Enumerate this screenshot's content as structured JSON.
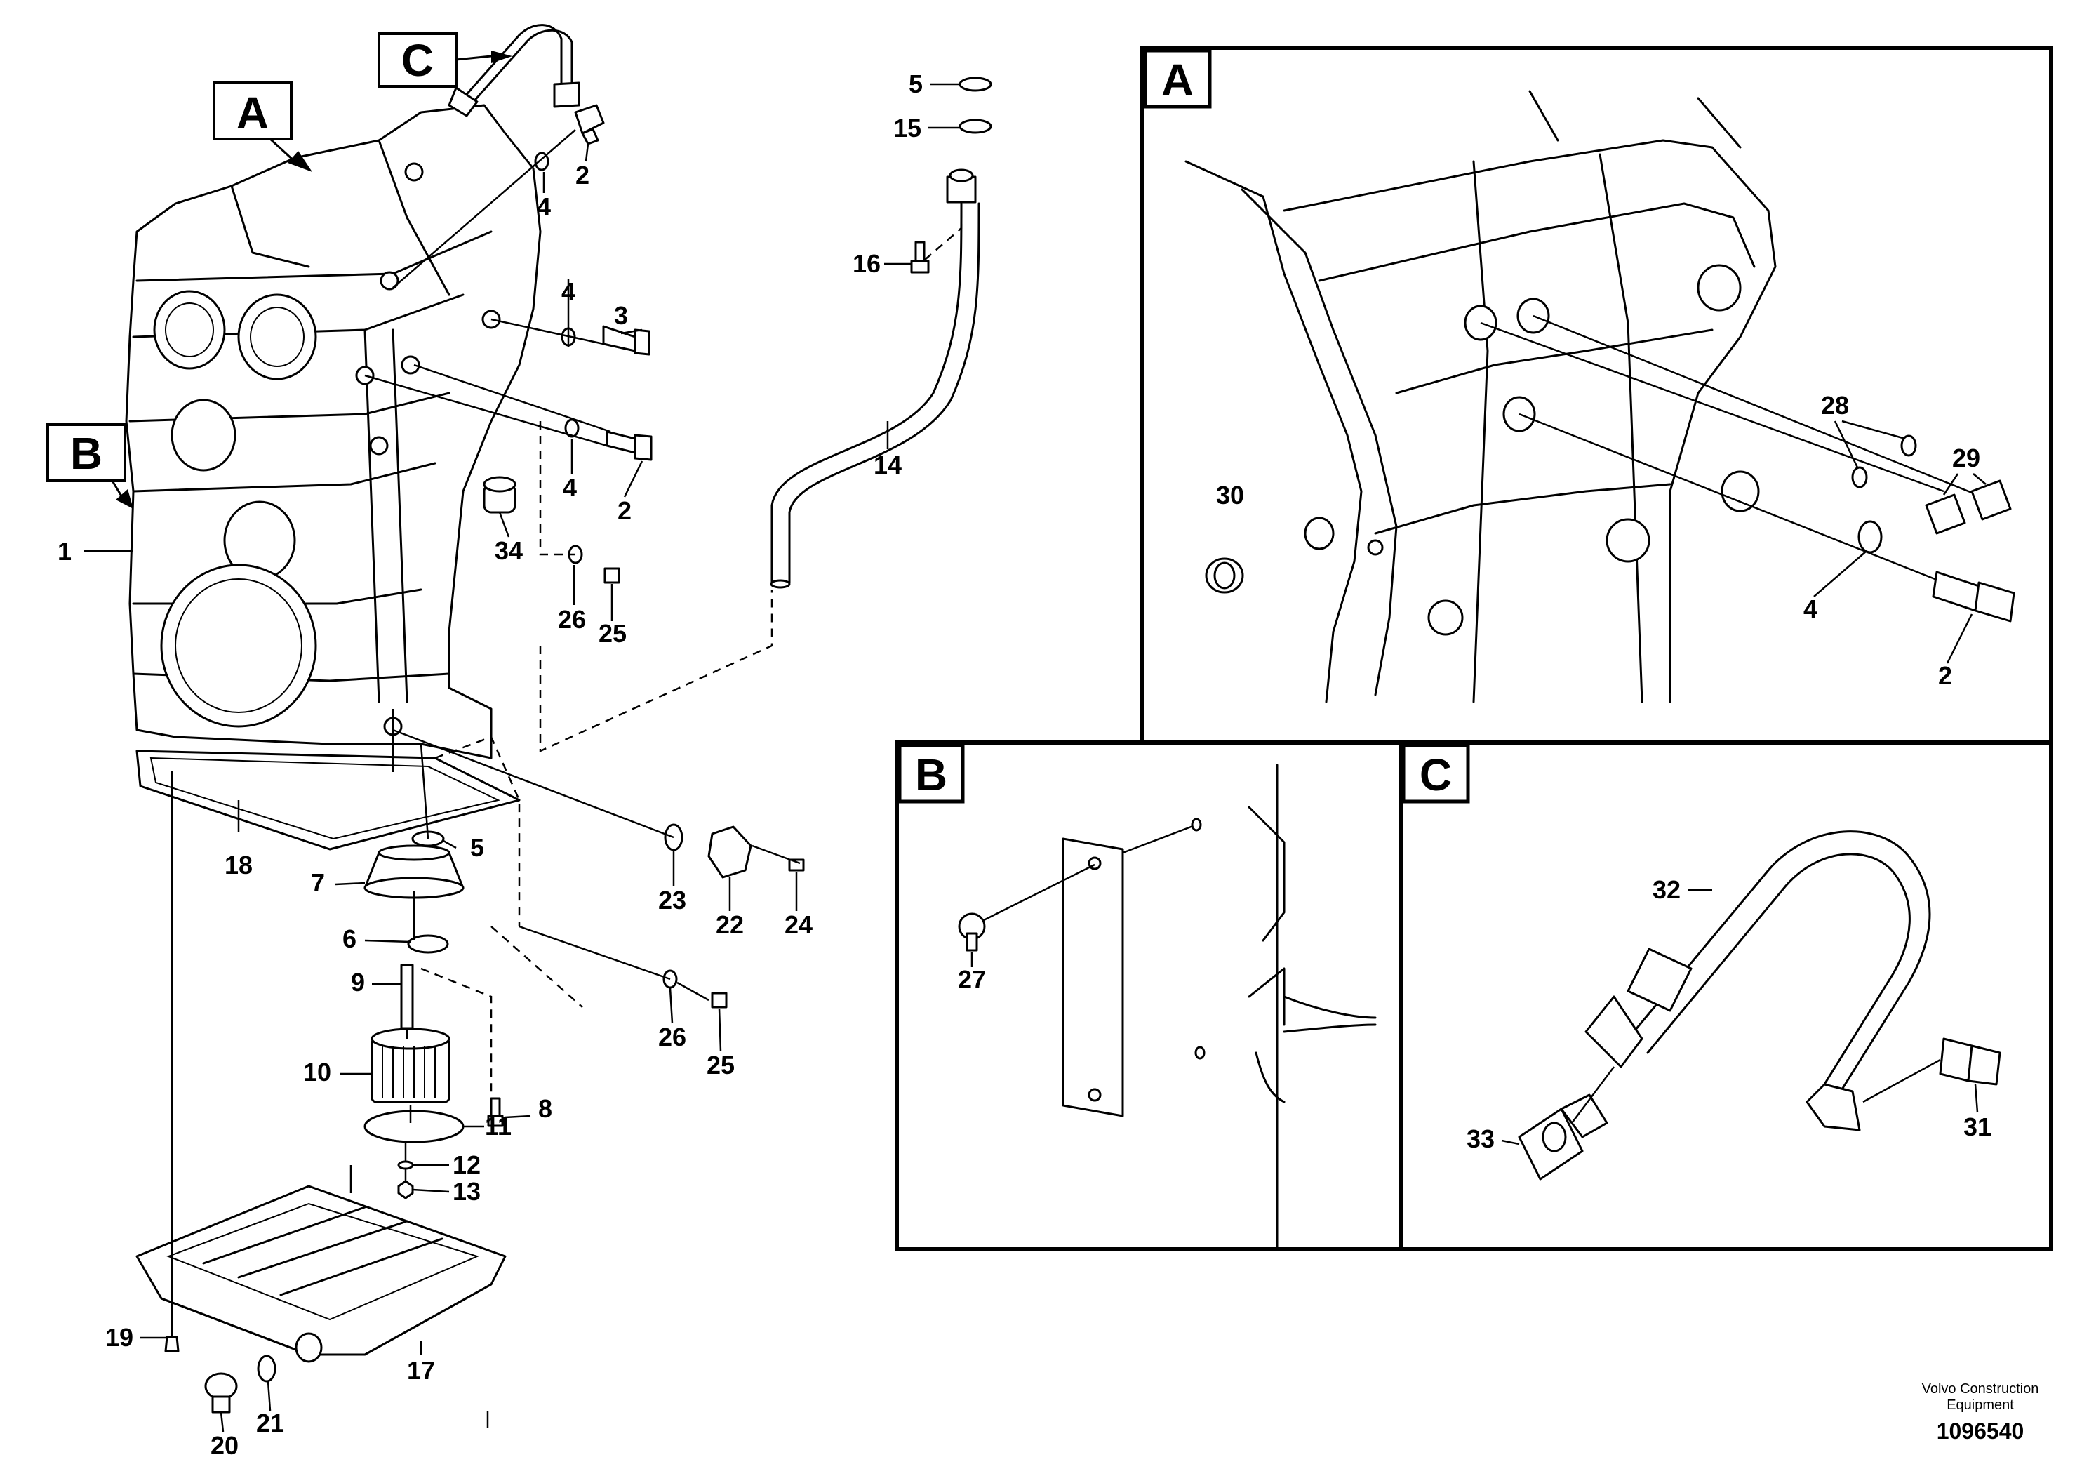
{
  "callouts": {
    "A": "A",
    "B": "B",
    "C": "C"
  },
  "detail_views": {
    "A": "A",
    "B": "B",
    "C": "C"
  },
  "parts": {
    "p1": "1",
    "p2a": "2",
    "p2b": "2",
    "p2c": "2",
    "p3": "3",
    "p4a": "4",
    "p4b": "4",
    "p4c": "4",
    "p4d": "4",
    "p5a": "5",
    "p5b": "5",
    "p6": "6",
    "p7": "7",
    "p8": "8",
    "p9": "9",
    "p10": "10",
    "p11": "11",
    "p12": "12",
    "p13": "13",
    "p14": "14",
    "p15": "15",
    "p16": "16",
    "p17": "17",
    "p18": "18",
    "p19": "19",
    "p20": "20",
    "p21": "21",
    "p22": "22",
    "p23": "23",
    "p24": "24",
    "p25a": "25",
    "p25b": "25",
    "p26a": "26",
    "p26b": "26",
    "p27": "27",
    "p28": "28",
    "p29": "29",
    "p30": "30",
    "p31": "31",
    "p32": "32",
    "p33": "33",
    "p34": "34"
  },
  "footer": {
    "credit_line1": "Volvo Construction",
    "credit_line2": "Equipment",
    "doc_number": "1096540"
  }
}
